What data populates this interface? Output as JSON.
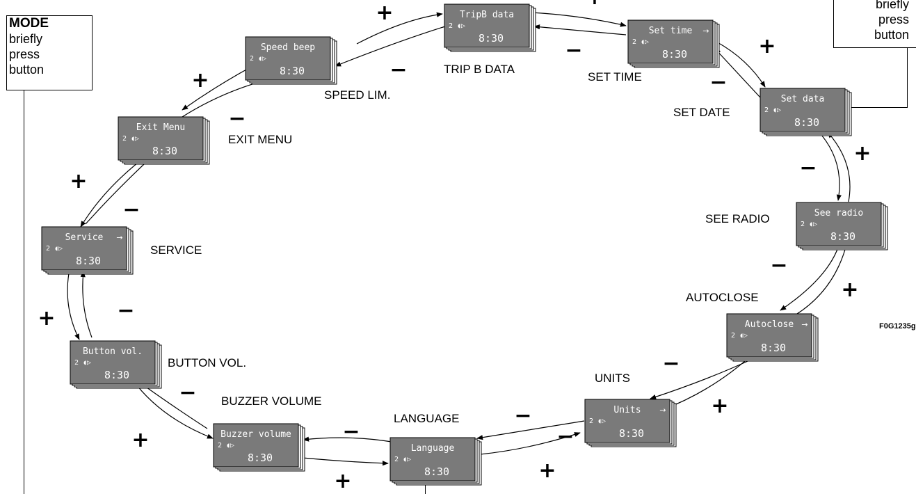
{
  "mode_box": {
    "title": "MODE",
    "lines": [
      "briefly",
      "press",
      "button"
    ]
  },
  "press_box": {
    "lines": [
      "briefly",
      "press",
      "button"
    ]
  },
  "figure_code": "F0G1235g",
  "colors": {
    "screen": "#7a7a7a",
    "screen_text": "#ffffff",
    "ink": "#000000"
  },
  "time": "8:30",
  "indicator": "2 ◖▷",
  "screens": [
    {
      "id": "trip-b-data",
      "title": "TripB data",
      "label": "TRIP B DATA"
    },
    {
      "id": "set-time",
      "title": "Set time",
      "arrow": "→",
      "label": "SET TIME"
    },
    {
      "id": "set-date",
      "title": "Set data",
      "label": "SET  DATE"
    },
    {
      "id": "see-radio",
      "title": "See radio",
      "label": "SEE  RADIO"
    },
    {
      "id": "autoclose",
      "title": "Autoclose",
      "arrow": "→",
      "label": "AUTOCLOSE"
    },
    {
      "id": "units",
      "title": "Units",
      "arrow": "→",
      "label": "UNITS"
    },
    {
      "id": "language",
      "title": "Language",
      "label": "LANGUAGE"
    },
    {
      "id": "buzzer-volume",
      "title": "Buzzer volume",
      "label": "BUZZER VOLUME"
    },
    {
      "id": "button-vol",
      "title": "Button vol.",
      "label": "BUTTON VOL."
    },
    {
      "id": "service",
      "title": "Service",
      "arrow": "→",
      "label": "SERVICE"
    },
    {
      "id": "exit-menu",
      "title": "Exit Menu",
      "label": "EXIT MENU"
    },
    {
      "id": "speed-beep",
      "title": "Speed beep",
      "label": "SPEED LIM."
    }
  ],
  "signs": {
    "plus": "+",
    "minus": "−"
  }
}
